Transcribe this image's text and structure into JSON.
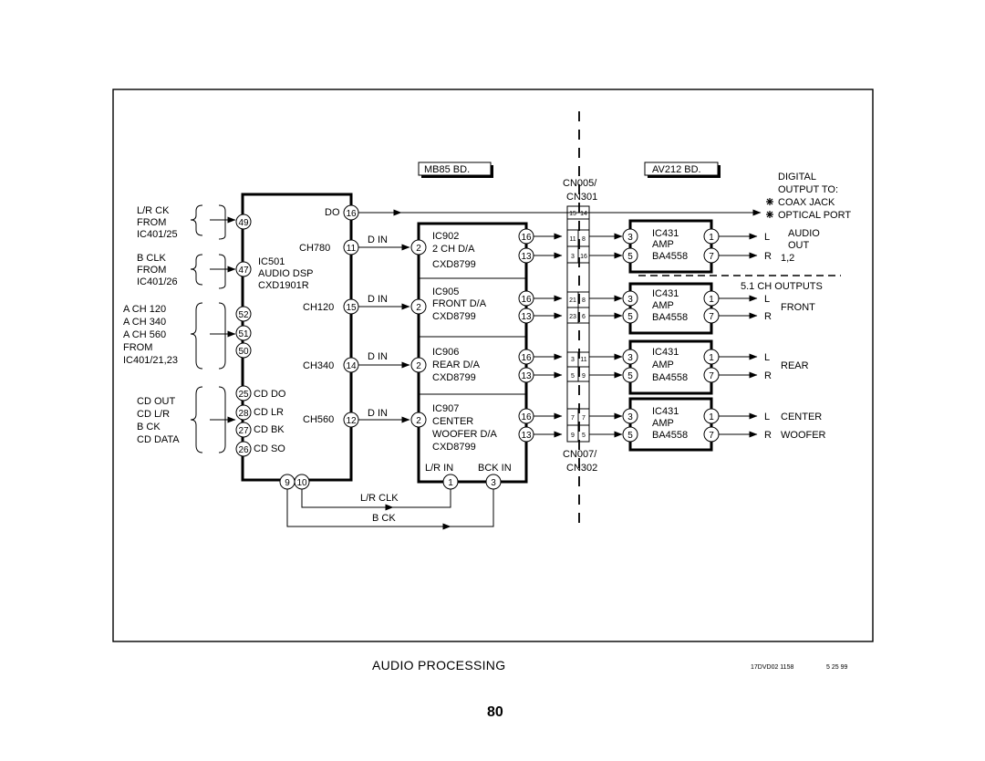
{
  "boards": {
    "mb85": "MB85 BD.",
    "av212": "AV212 BD."
  },
  "connectors": {
    "top_1": "CN005/",
    "top_2": "CN301",
    "bottom_1": "CN007/",
    "bottom_2": "CN302"
  },
  "inputs": {
    "lr_ck": [
      "L/R CK",
      "FROM",
      "IC401/25"
    ],
    "b_clk": [
      "B CLK",
      "FROM",
      "IC401/26"
    ],
    "a_ch": [
      "A CH 120",
      "A CH 340",
      "A CH 560",
      "FROM",
      "IC401/21,23"
    ],
    "cd": [
      "CD OUT",
      "CD L/R",
      "B CK",
      "CD DATA"
    ]
  },
  "ic501": {
    "name": "IC501",
    "func": "AUDIO DSP",
    "part": "CXD1901R",
    "do_label": "DO",
    "ch_labels": [
      "CH780",
      "CH120",
      "CH340",
      "CH560"
    ],
    "cd_pins": [
      "CD DO",
      "CD LR",
      "CD BK",
      "CD SO"
    ],
    "pins": {
      "do": "16",
      "ch780": "11",
      "ch120": "15",
      "ch340": "14",
      "ch560": "12",
      "lrck": "49",
      "bclk": "47",
      "ach1": "52",
      "ach2": "51",
      "ach3": "50",
      "cd1": "25",
      "cd2": "28",
      "cd3": "27",
      "cd4": "26",
      "b1": "9",
      "b2": "10"
    }
  },
  "dacs": [
    {
      "name": "IC902",
      "f1": "2 CH D/A",
      "f2": "",
      "part": "CXD8799",
      "din": "D IN",
      "pin_in": "2",
      "pin_o1": "16",
      "pin_o2": "13"
    },
    {
      "name": "IC905",
      "f1": "FRONT D/A",
      "f2": "",
      "part": "CXD8799",
      "din": "D IN",
      "pin_in": "2",
      "pin_o1": "16",
      "pin_o2": "13"
    },
    {
      "name": "IC906",
      "f1": "REAR D/A",
      "f2": "",
      "part": "CXD8799",
      "din": "D IN",
      "pin_in": "2",
      "pin_o1": "16",
      "pin_o2": "13"
    },
    {
      "name": "IC907",
      "f1": "CENTER",
      "f2": "WOOFER D/A",
      "part": "CXD8799",
      "din": "D IN",
      "pin_in": "2",
      "pin_o1": "16",
      "pin_o2": "13"
    }
  ],
  "dac_bottom": {
    "lr_in": "L/R IN",
    "bck_in": "BCK IN",
    "pin_lr": "1",
    "pin_bck": "3"
  },
  "bus": {
    "lr_clk": "L/R CLK",
    "b_ck": "B CK"
  },
  "conn_pins": [
    [
      "15",
      "14"
    ],
    [
      "11",
      "8"
    ],
    [
      "3",
      "16"
    ],
    [
      "21",
      "8"
    ],
    [
      "23",
      "6"
    ],
    [
      "3",
      "11"
    ],
    [
      "5",
      "9"
    ],
    [
      "7",
      "7"
    ],
    [
      "9",
      "5"
    ]
  ],
  "amps": [
    {
      "name": "IC431",
      "func": "AMP",
      "part": "BA4558",
      "pin3": "3",
      "pin5": "5",
      "pin1": "1",
      "pin7": "7"
    },
    {
      "name": "IC431",
      "func": "AMP",
      "part": "BA4558",
      "pin3": "3",
      "pin5": "5",
      "pin1": "1",
      "pin7": "7"
    },
    {
      "name": "IC431",
      "func": "AMP",
      "part": "BA4558",
      "pin3": "3",
      "pin5": "5",
      "pin1": "1",
      "pin7": "7"
    },
    {
      "name": "IC431",
      "func": "AMP",
      "part": "BA4558",
      "pin3": "3",
      "pin5": "5",
      "pin1": "1",
      "pin7": "7"
    }
  ],
  "outputs": {
    "digital": [
      "DIGITAL",
      "OUTPUT TO:",
      "COAX JACK",
      "OPTICAL PORT"
    ],
    "audio_out": [
      "AUDIO",
      "OUT",
      "1,2"
    ],
    "ch51": "5.1 CH OUTPUTS",
    "front": "FRONT",
    "rear": "REAR",
    "center": "CENTER",
    "woofer": "WOOFER",
    "l": "L",
    "r": "R"
  },
  "caption": "AUDIO PROCESSING",
  "doc_id": "17DVD02 1158",
  "doc_date": "5 25 99",
  "page_number": "80"
}
